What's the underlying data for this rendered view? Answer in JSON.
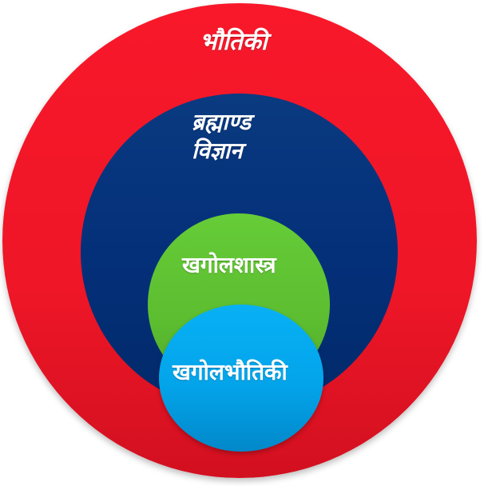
{
  "diagram": {
    "type": "nested-venn",
    "circles": [
      {
        "id": "physics",
        "label": "भौतिकी",
        "color": "#f01828"
      },
      {
        "id": "cosmology",
        "label_line1": "ब्रह्माण्ड",
        "label_line2": "विज्ञान",
        "color": "#05317a"
      },
      {
        "id": "astronomy",
        "label": "खगोलशास्त्र",
        "color": "#5ec332"
      },
      {
        "id": "astrophysics",
        "label": "खगोलभौतिकी",
        "color": "#04a6ec"
      }
    ]
  }
}
